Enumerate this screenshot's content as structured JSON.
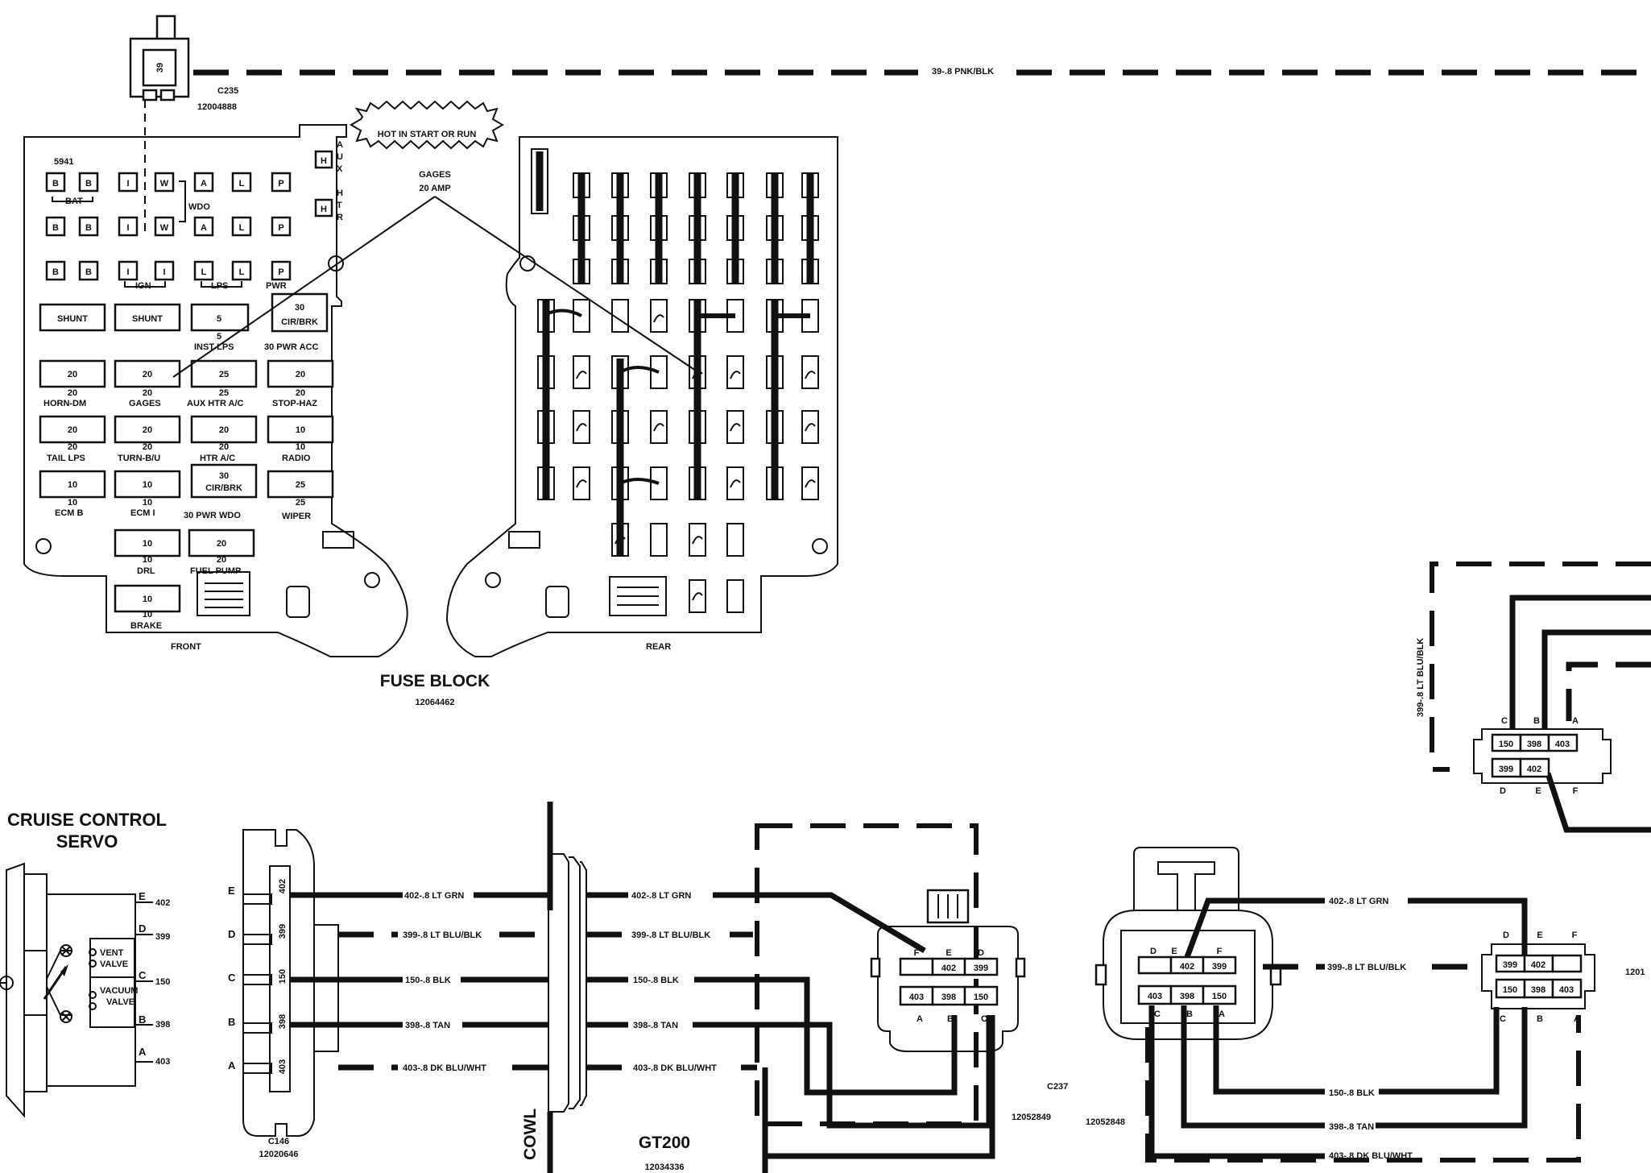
{
  "connectors": {
    "c235": {
      "pin": "39",
      "name": "C235",
      "part": "12004888"
    },
    "c146": {
      "name": "C146",
      "part": "12020646",
      "pin_letters": [
        "E",
        "D",
        "C",
        "B",
        "A"
      ],
      "pin_circuits": [
        "402",
        "399",
        "150",
        "398",
        "403"
      ]
    },
    "gt200": {
      "name": "GT200",
      "part": "12034336"
    },
    "c237": {
      "name": "C237",
      "part_left": "12052849",
      "part_right": "12052848"
    },
    "conn_mid": {
      "top_letters": [
        "F",
        "E",
        "D"
      ],
      "top_circuits": [
        "402",
        "399"
      ],
      "bottom_circuits": [
        "403",
        "398",
        "150"
      ],
      "bottom_letters": [
        "A",
        "B",
        "C"
      ]
    },
    "conn_left": {
      "top_letters": [
        "D",
        "E",
        "F"
      ],
      "top_circuits": [
        "402",
        "399"
      ],
      "bottom_circuits": [
        "403",
        "398",
        "150"
      ],
      "bottom_letters": [
        "C",
        "B",
        "A"
      ]
    },
    "conn_right": {
      "top_letters": [
        "D",
        "E",
        "F"
      ],
      "top_circuits": [
        "399",
        "402"
      ],
      "bottom_circuits": [
        "150",
        "398",
        "403"
      ],
      "bottom_letters": [
        "C",
        "B",
        "A"
      ],
      "part": "1201"
    },
    "conn_top": {
      "top_letters": [
        "C",
        "B",
        "A"
      ],
      "top_circuits": [
        "150",
        "398",
        "403"
      ],
      "bottom_circuits": [
        "399",
        "402"
      ],
      "bottom_letters": [
        "D",
        "E",
        "F"
      ]
    }
  },
  "wires": {
    "top": "39-.8 PNK/BLK",
    "w402": "402-.8 LT GRN",
    "w399": "399-.8 LT BLU/BLK",
    "w150": "150-.8 BLK",
    "w398": "398-.8 TAN",
    "w403": "403-.8 DK BLU/WHT",
    "top_right_vertical": "399-.8 LT BLU/BLK"
  },
  "fuse_block": {
    "title": "FUSE BLOCK",
    "part": "12064462",
    "id": "5941",
    "callout_hot": "HOT IN START OR RUN",
    "callout_fuse": "GAGES",
    "callout_amp": "20 AMP",
    "front_label": "FRONT",
    "rear_label": "REAR",
    "row1": [
      "B",
      "B",
      "I",
      "W",
      "A",
      "L",
      "P"
    ],
    "row2": [
      "B",
      "B",
      "I",
      "W",
      "A",
      "L",
      "P"
    ],
    "row3": [
      "B",
      "B",
      "I",
      "I",
      "L",
      "L",
      "P"
    ],
    "bat": "BAT",
    "wdo": "WDO",
    "ign": "IGN",
    "lps": "LPS",
    "pwr": "PWR",
    "aux": [
      "A",
      "U",
      "X"
    ],
    "htr": [
      "H",
      "T",
      "R"
    ],
    "h": "H",
    "fuses": {
      "shunt1": "SHUNT",
      "shunt2": "SHUNT",
      "inst_val": "5",
      "inst_sub": "5",
      "inst_lbl": "INST LPS",
      "cb1_val": "30",
      "cb1_name": "CIR/BRK",
      "cb1_lbl": "30 PWR ACC",
      "horn_val": "20",
      "horn_sub": "20",
      "horn_lbl": "HORN-DM",
      "gages_val": "20",
      "gages_sub": "20",
      "gages_lbl": "GAGES",
      "aux_val": "25",
      "aux_sub": "25",
      "aux_lbl": "AUX HTR A/C",
      "stop_val": "20",
      "stop_sub": "20",
      "stop_lbl": "STOP-HAZ",
      "tail_val": "20",
      "tail_sub": "20",
      "tail_lbl": "TAIL LPS",
      "turn_val": "20",
      "turn_sub": "20",
      "turn_lbl": "TURN-B/U",
      "htr_val": "20",
      "htr_sub": "20",
      "htr_lbl": "HTR A/C",
      "radio_val": "10",
      "radio_sub": "10",
      "radio_lbl": "RADIO",
      "ecmb_val": "10",
      "ecmb_sub": "10",
      "ecmb_lbl": "ECM B",
      "ecmi_val": "10",
      "ecmi_sub": "10",
      "ecmi_lbl": "ECM I",
      "cb2_val": "30",
      "cb2_name": "CIR/BRK",
      "cb2_lbl": "30 PWR WDO",
      "wiper_val": "25",
      "wiper_sub": "25",
      "wiper_lbl": "WIPER",
      "drl_val": "10",
      "drl_sub": "10",
      "drl_lbl": "DRL",
      "fuel_val": "20",
      "fuel_sub": "20",
      "fuel_lbl": "FUEL PUMP",
      "brake_val": "10",
      "brake_sub": "10",
      "brake_lbl": "BRAKE"
    }
  },
  "servo": {
    "title_line1": "CRUISE CONTROL",
    "title_line2": "SERVO",
    "vent_line1": "VENT",
    "vent_line2": "VALVE",
    "vac_line1": "VACUUM",
    "vac_line2": "VALVE",
    "pin_letters": [
      "E",
      "D",
      "C",
      "B",
      "A"
    ],
    "pin_circuits": [
      "402",
      "399",
      "150",
      "398",
      "403"
    ]
  },
  "cowl": "COWL"
}
